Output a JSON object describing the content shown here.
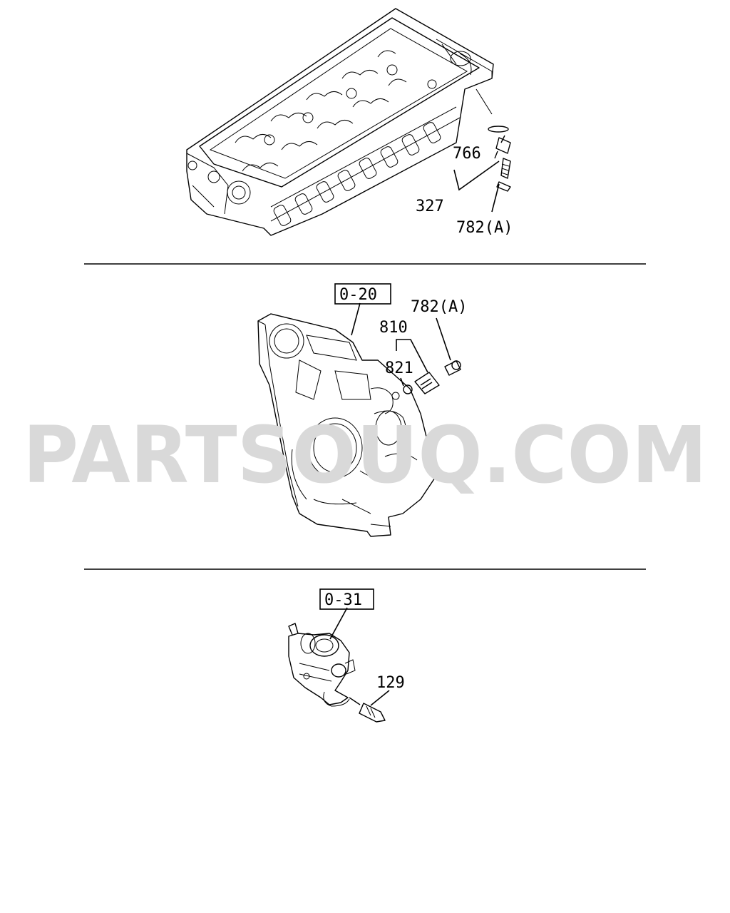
{
  "watermark": "PARTSOUQ.COM",
  "sections": [
    {
      "name": "cylinder-head",
      "callouts": [
        {
          "id": "766",
          "text": "766"
        },
        {
          "id": "327",
          "text": "327"
        },
        {
          "id": "782a",
          "text": "782(A)"
        }
      ]
    },
    {
      "name": "timing-case",
      "ref_box": "0-20",
      "callouts": [
        {
          "id": "782a",
          "text": "782(A)"
        },
        {
          "id": "810",
          "text": "810"
        },
        {
          "id": "821",
          "text": "821"
        }
      ]
    },
    {
      "name": "thermostat-housing",
      "ref_box": "0-31",
      "callouts": [
        {
          "id": "129",
          "text": "129"
        }
      ]
    }
  ]
}
